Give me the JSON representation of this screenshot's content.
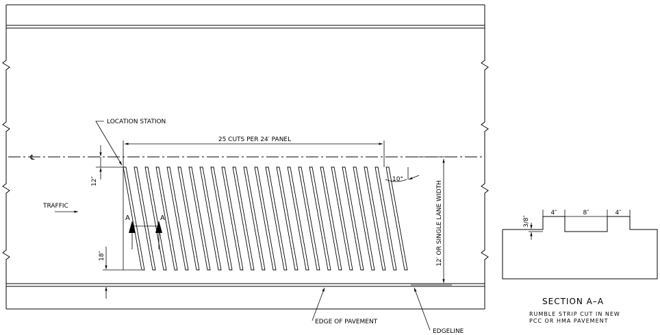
{
  "plan": {
    "location_station": "LOCATION STATION",
    "cuts_label": "25 CUTS PER 24′ PANEL",
    "centerline_symbol": "℄",
    "traffic": "TRAFFIC",
    "dim_12": "12″",
    "dim_18": "18″",
    "angle": "10°",
    "lane_width": "12′ OR SINGLE LANE WIDTH",
    "section_marker": "A",
    "edge_of_pavement": "EDGE OF PAVEMENT",
    "edgeline": "EDGELINE",
    "cut_count": 25
  },
  "section": {
    "title": "SECTION A–A",
    "caption_line1": "RUMBLE STRIP CUT IN NEW",
    "caption_line2": "PCC OR HMA PAVEMENT",
    "dim_depth": "3/8″",
    "dim_cut1": "4″",
    "dim_spacing": "8″",
    "dim_cut2": "4″"
  }
}
